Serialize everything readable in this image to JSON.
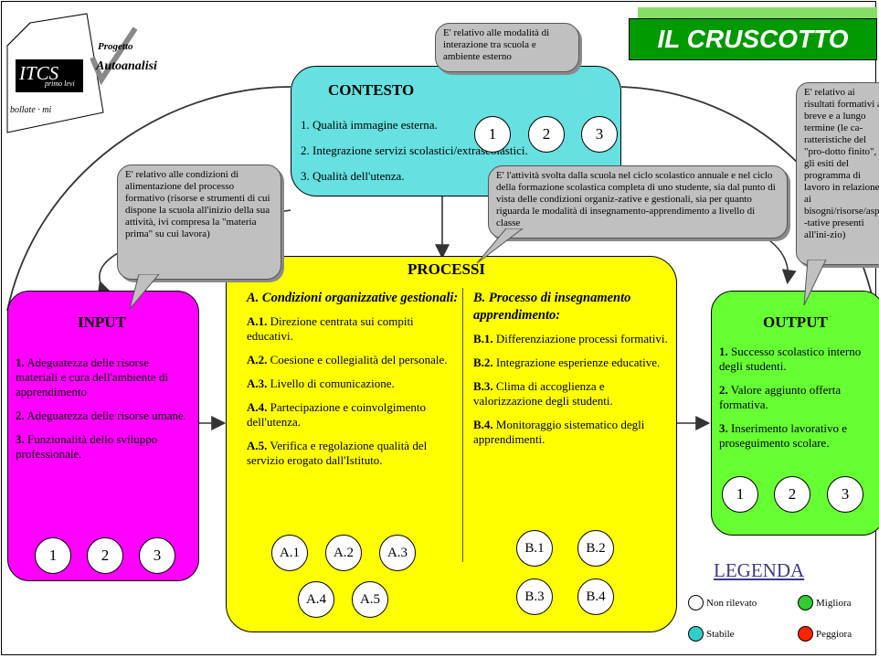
{
  "logo": {
    "itcs": "ITCS",
    "primo_levi": "primo levi",
    "location": "bollate · mi",
    "project": "Progetto",
    "project_name": "Autoanalisi"
  },
  "title": "IL CRUSCOTTO",
  "contesto": {
    "title": "CONTESTO",
    "items": [
      "1. Qualità immagine esterna.",
      "2. Integrazione servizi scolastici/extrascolastici.",
      "3. Qualità dell'utenza."
    ],
    "circles": [
      "1",
      "2",
      "3"
    ],
    "bubble": "E' relativo alle modalità di interazione tra scuola e ambiente esterno"
  },
  "input": {
    "title": "INPUT",
    "items": [
      {
        "num": "1.",
        "text": "Adeguatezza delle risorse materiali e cura dell'ambiente di apprendimento"
      },
      {
        "num": "2.",
        "text": "Adeguatezza delle risorse umane."
      },
      {
        "num": "3.",
        "text": "Funzionalità dello sviluppo professionale."
      }
    ],
    "circles": [
      "1",
      "2",
      "3"
    ],
    "bubble": "E' relativo alle condizioni di alimentazione del processo formativo (risorse e strumenti di cui dispone la scuola all'inizio della sua attività, ivi compresa la \"materia prima\" su cui lavora)"
  },
  "processi": {
    "title": "PROCESSI",
    "bubble": "E' l'attività svolta dalla scuola nel ciclo scolastico annuale e nel ciclo della formazione scolastica completa di uno studente, sia dal punto di vista delle condizioni organiz-zative e gestionali, sia per quanto riguarda le modalità di insegnamento-apprendimento a livello di classe",
    "a_title": "A. Condizioni organizzative gestionali:",
    "a_items": [
      {
        "num": "A.1.",
        "text": "Direzione centrata sui compiti educativi."
      },
      {
        "num": "A.2.",
        "text": "Coesione e collegialità del personale."
      },
      {
        "num": "A.3.",
        "text": "Livello di comunicazione."
      },
      {
        "num": "A.4.",
        "text": "Partecipazione e coinvolgimento dell'utenza."
      },
      {
        "num": "A.5.",
        "text": "Verifica e regolazione qualità del servizio erogato dall'Istituto."
      }
    ],
    "a_circles": [
      "A.1",
      "A.2",
      "A.3",
      "A.4",
      "A.5"
    ],
    "b_title": "B. Processo di insegnamento apprendimento:",
    "b_items": [
      {
        "num": "B.1.",
        "text": "Differenziazione processi formativi."
      },
      {
        "num": "B.2.",
        "text": "Integrazione esperienze educative."
      },
      {
        "num": "B.3.",
        "text": "Clima di accoglienza e valorizzazione degli studenti."
      },
      {
        "num": "B.4.",
        "text": "Monitoraggio sistematico degli apprendimenti."
      }
    ],
    "b_circles": [
      "B.1",
      "B.2",
      "B.3",
      "B.4"
    ]
  },
  "output": {
    "title": "OUTPUT",
    "items": [
      {
        "num": "1.",
        "text": "Successo scolastico interno degli studenti."
      },
      {
        "num": "2.",
        "text": "Valore aggiunto offerta formativa."
      },
      {
        "num": "3.",
        "text": "Inserimento lavorativo e proseguimento scolare."
      }
    ],
    "circles": [
      "1",
      "2",
      "3"
    ],
    "bubble": "E' relativo ai risultati formativi a breve e a lungo termine (le ca-ratteristiche del \"pro-dotto finito\", gli esiti del programma di lavoro in relazione ai bisogni/risorse/aspet--tative presenti all'ini-zio)"
  },
  "legenda": {
    "title": "LEGENDA",
    "items": [
      {
        "label": "Non rilevato",
        "color": "#ffffff"
      },
      {
        "label": "Migliora",
        "color": "#33cc33"
      },
      {
        "label": "Stabile",
        "color": "#33cccc"
      },
      {
        "label": "Peggiora",
        "color": "#ff2200"
      }
    ]
  },
  "colors": {
    "contesto": "#66e0e0",
    "input": "#ff00ff",
    "processi": "#ffff00",
    "output": "#66ff33",
    "title_bg": "#009900"
  }
}
